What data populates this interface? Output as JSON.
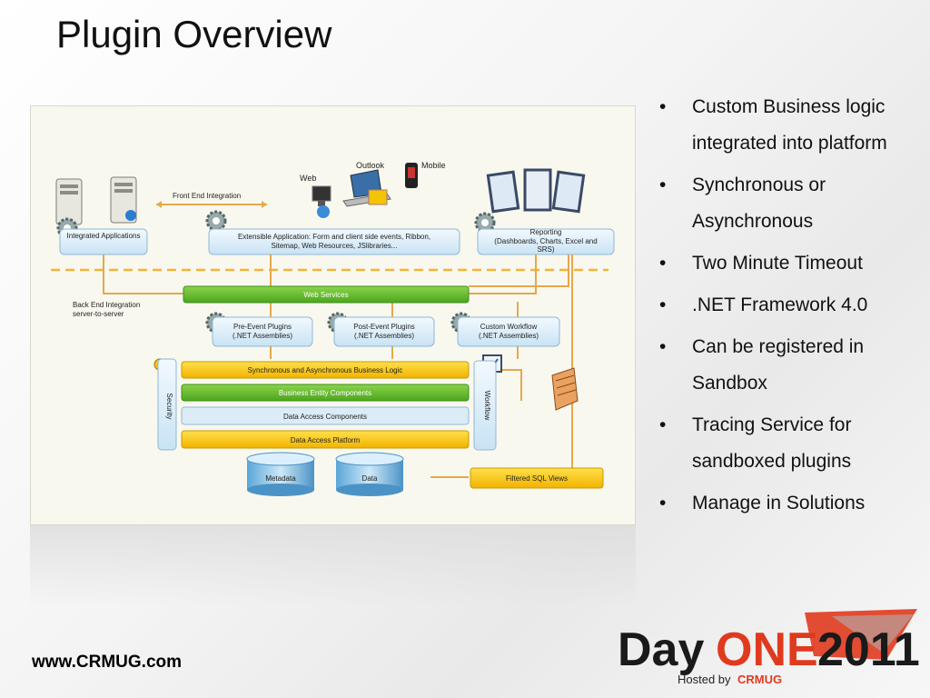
{
  "title": "Plugin Overview",
  "diagram": {
    "integrated_apps": "Integrated Applications",
    "front_end": "Front End Integration",
    "web": "Web",
    "outlook": "Outlook",
    "mobile": "Mobile",
    "extensible": [
      "Extensible Application:  Form and client side events, Ribbon,",
      "Sitemap, Web Resources, JSlibraries..."
    ],
    "reporting": [
      "Reporting",
      "(Dashboards, Charts, Excel and",
      "SRS)"
    ],
    "back_end": [
      "Back End Integration",
      "server-to-server"
    ],
    "web_services": "Web Services",
    "pre_event": [
      "Pre-Event Plugins",
      "(.NET Assemblies)"
    ],
    "post_event": [
      "Post-Event Plugins",
      "(.NET Assemblies)"
    ],
    "custom_workflow": [
      "Custom Workflow",
      "(.NET Assemblies)"
    ],
    "security": "Security",
    "workflow": "Workflow",
    "sync_async": "Synchronous and Asynchronous Business Logic",
    "bec": "Business Entity Components",
    "dac": "Data Access Components",
    "dap": "Data Access Platform",
    "metadata": "Metadata",
    "data": "Data",
    "filtered_sql": "Filtered SQL Views"
  },
  "bullets": [
    "Custom Business logic integrated into platform",
    "Synchronous or Asynchronous",
    "Two Minute Timeout",
    ".NET Framework 4.0",
    "Can be registered in Sandbox",
    "Tracing Service for sandboxed plugins",
    "Manage in Solutions"
  ],
  "footer_url": "www.CRMUG.com",
  "logo": {
    "day": "Day",
    "one": "ONE",
    "year": "2011",
    "hosted_by": "Hosted by",
    "crmug": "CRMUG"
  },
  "colors": {
    "green": "#6cbf2e",
    "yellow": "#f5c400",
    "lightblue": "#d9ecf8",
    "orange_dash": "#f5b335",
    "logo_red": "#e03a1e"
  }
}
